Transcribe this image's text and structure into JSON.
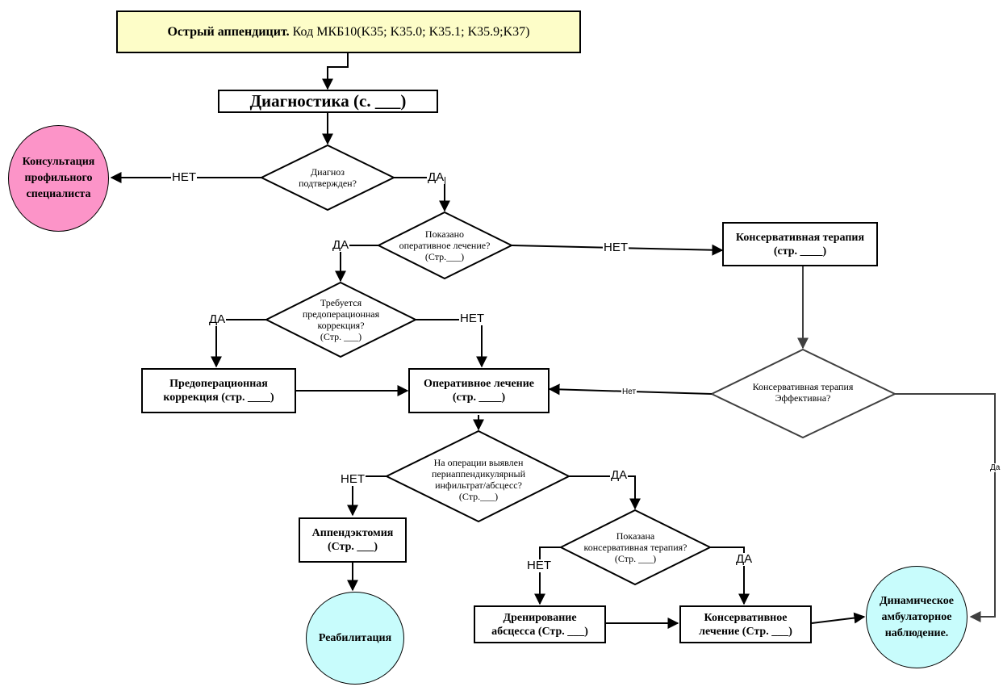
{
  "header": {
    "title_bold": "Острый аппендицит.",
    "title_rest": " Код МКБ10(K35; K35.0; K35.1; K35.9;K37)"
  },
  "nodes": {
    "diagnostics": "Диагностика (с. ___)",
    "consultation": "Консультация\nпрофильного\nспециалиста",
    "diagnosis_confirmed": "Диагноз\nподтвержден?",
    "surgery_indicated": "Показано\nоперативное лечение?\n(Стр.___)",
    "conservative_therapy": "Консервативная терапия\n(стр. ____)",
    "preop_required": "Требуется\nпредоперационная\nкоррекция?\n(Стр. ___)",
    "preop_correction": "Предоперационная\nкоррекция (стр. ____)",
    "surgical_treatment": "Оперативное лечение\n(стр. ____)",
    "conservative_effective": "Консервативная терапия\nЭффективна?",
    "infiltrate_found": "На операции выявлен\nпериаппендикулярный\nинфильтрат/абсцесс?\n(Стр.___)",
    "appendectomy": "Аппендэктомия\n(Стр. ___)",
    "rehabilitation": "Реабилитация",
    "conservative_indicated": "Показана\nконсервативная терапия?\n(Стр. ___)",
    "abscess_drainage": "Дренирование\nабсцесса (Стр. ___)",
    "conservative_treatment": "Консервативное\nлечение (Стр. ___)",
    "outpatient_observation": "Динамическое\nамбулаторное\nнаблюдение."
  },
  "edge_labels": {
    "no_consult": "НЕТ",
    "yes_diag": "ДА",
    "yes_surgery": "ДА",
    "no_surgery": "НЕТ",
    "yes_preop": "ДА",
    "no_preop": "НЕТ",
    "no_effective": "Нет",
    "yes_effective": "Да",
    "no_infiltrate": "НЕТ",
    "yes_infiltrate": "ДА",
    "no_conservative": "НЕТ",
    "yes_conservative": "ДА"
  },
  "colors": {
    "title_fill": "#fdfdc8",
    "consult_fill": "#fc94c8",
    "terminal_fill": "#c8fcfc",
    "line": "#000000",
    "line_gray": "#404040"
  }
}
